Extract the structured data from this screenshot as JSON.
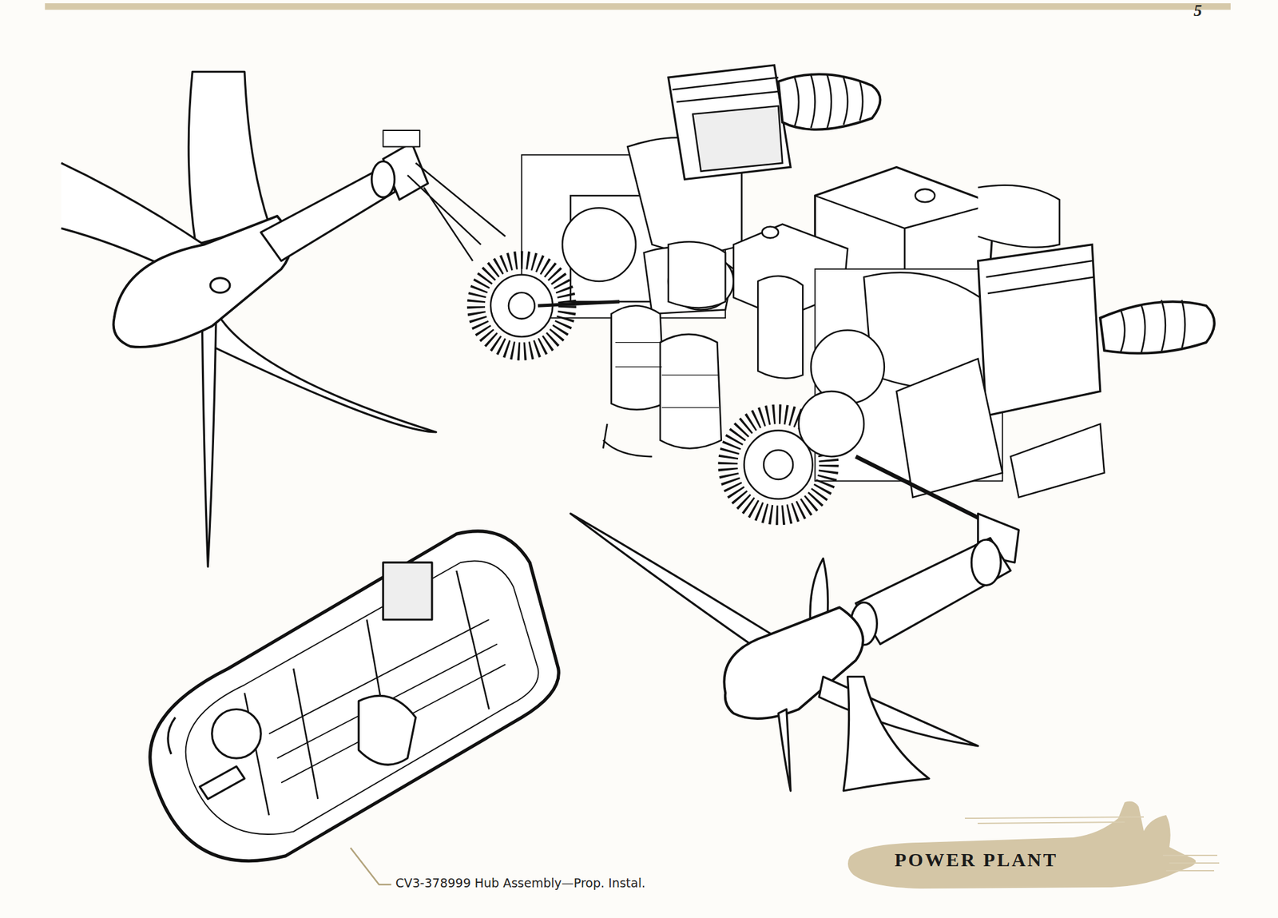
{
  "diagram": {
    "nodes": [
      {
        "text": [
          "POWER PLANT"
        ]
      }
    ],
    "labels": [
      "5",
      "CV3-378999 Hub Assembly—Prop. Instal."
    ]
  }
}
